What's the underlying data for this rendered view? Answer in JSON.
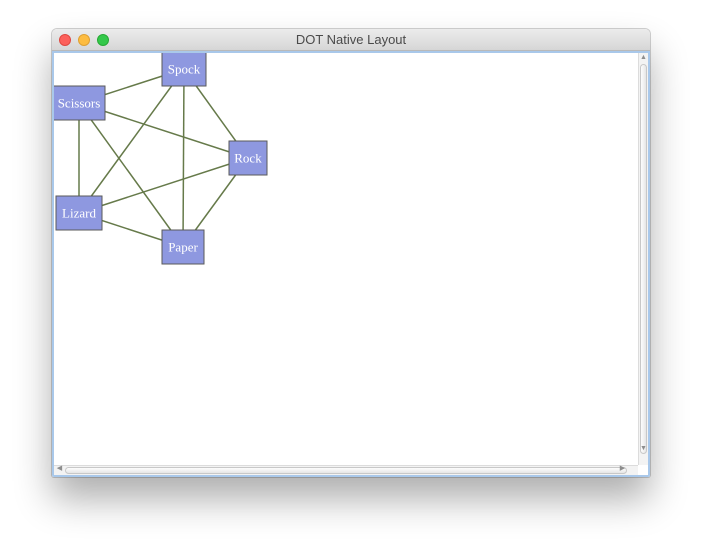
{
  "window": {
    "title": "DOT Native Layout"
  },
  "graph": {
    "node_fill": "#8e98e0",
    "node_stroke": "#5a5a5a",
    "edge_color": "#667a4a",
    "nodes": [
      {
        "id": "spock",
        "label": "Spock"
      },
      {
        "id": "scissors",
        "label": "Scissors"
      },
      {
        "id": "rock",
        "label": "Rock"
      },
      {
        "id": "lizard",
        "label": "Lizard"
      },
      {
        "id": "paper",
        "label": "Paper"
      }
    ],
    "edges": [
      [
        "scissors",
        "spock"
      ],
      [
        "spock",
        "rock"
      ],
      [
        "spock",
        "lizard"
      ],
      [
        "spock",
        "paper"
      ],
      [
        "scissors",
        "rock"
      ],
      [
        "scissors",
        "lizard"
      ],
      [
        "scissors",
        "paper"
      ],
      [
        "lizard",
        "rock"
      ],
      [
        "lizard",
        "paper"
      ],
      [
        "rock",
        "paper"
      ]
    ]
  }
}
